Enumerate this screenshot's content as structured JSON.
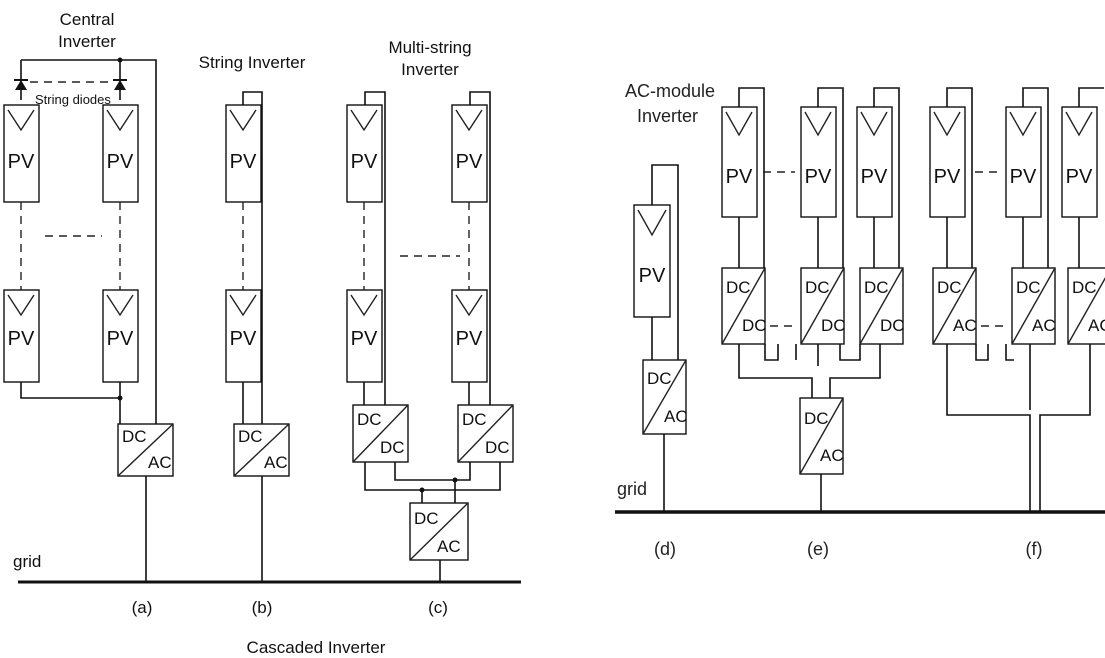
{
  "labels": {
    "central_inverter_line1": "Central",
    "central_inverter_line2": "Inverter",
    "string_diodes": "String diodes",
    "string_inverter": "String Inverter",
    "multi_string_line1": "Multi-string",
    "multi_string_line2": "Inverter",
    "ac_module_line1": "AC-module",
    "ac_module_line2": "Inverter",
    "grid_left": "grid",
    "grid_right": "grid",
    "cascaded_inverter": "Cascaded Inverter"
  },
  "captions": {
    "a": "(a)",
    "b": "(b)",
    "c": "(c)",
    "d": "(d)",
    "e": "(e)",
    "f": "(f)"
  },
  "components": {
    "pv": "PV",
    "dc": "DC",
    "ac": "AC"
  },
  "colors": {
    "line": "#111111",
    "background": "#ffffff"
  }
}
